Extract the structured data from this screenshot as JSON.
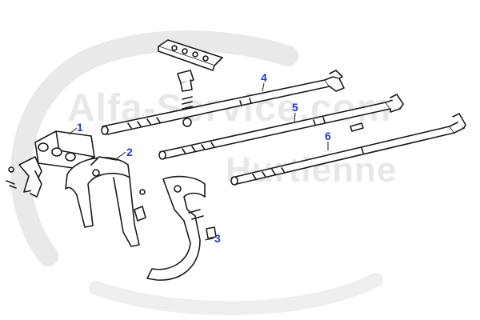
{
  "diagram": {
    "callouts": [
      {
        "number": "1",
        "part": "selector-block"
      },
      {
        "number": "2",
        "part": "shift-fork-large"
      },
      {
        "number": "3",
        "part": "shift-fork-curved"
      },
      {
        "number": "4",
        "part": "shift-rail-upper"
      },
      {
        "number": "5",
        "part": "shift-rail-middle"
      },
      {
        "number": "6",
        "part": "shift-rail-lower"
      }
    ],
    "callout_color": "#2338c8",
    "line_color": "#1a1a1a"
  },
  "watermark": {
    "line1": "Alfa-Service.com",
    "line2": "Hurtienne"
  }
}
